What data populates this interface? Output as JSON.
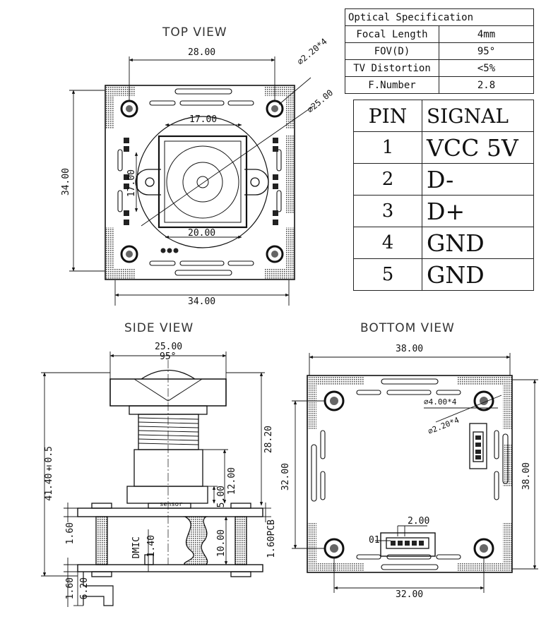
{
  "views": {
    "top": "TOP VIEW",
    "side": "SIDE VIEW",
    "bottom": "BOTTOM VIEW"
  },
  "optical": {
    "title": "Optical Specification",
    "rows": [
      {
        "label": "Focal Length",
        "value": "4mm"
      },
      {
        "label": "FOV(D)",
        "value": "95°"
      },
      {
        "label": "TV Distortion",
        "value": "<5%"
      },
      {
        "label": "F.Number",
        "value": "2.8"
      }
    ]
  },
  "pins": {
    "header": {
      "pin": "PIN",
      "signal": "SIGNAL"
    },
    "rows": [
      {
        "pin": "1",
        "signal": "VCC 5V"
      },
      {
        "pin": "2",
        "signal": "D-"
      },
      {
        "pin": "3",
        "signal": "D+"
      },
      {
        "pin": "4",
        "signal": "GND"
      },
      {
        "pin": "5",
        "signal": "GND"
      }
    ]
  },
  "top_dims": {
    "width_holes": "28.00",
    "hole_dia": "⌀2.20*4",
    "lens_dia": "⌀25.00",
    "lens_w": "17.00",
    "lens_h": "17.00",
    "lens_base": "20.00",
    "height": "34.00",
    "width": "34.00"
  },
  "side_dims": {
    "lens_dia": "25.00",
    "fov": "95°",
    "total_h": "41.40±0.5",
    "lens_h": "28.20",
    "barrel": "12.00",
    "holder": "5.00",
    "sensor": "sensor",
    "pcb_left": "1.60",
    "dmic": "DMIC",
    "dmic_h": "1.40",
    "spacer": "10.00",
    "pcb_right": "1.60PCB",
    "pcb_bottom": "1.60",
    "connector": "6.20"
  },
  "bottom_dims": {
    "width": "38.00",
    "height": "38.00",
    "holes_h": "32.00",
    "holes_w": "32.00",
    "pad_dia": "⌀4.00*4",
    "hole_dia": "⌀2.20*4",
    "pitch": "2.00",
    "pin1": "01"
  }
}
